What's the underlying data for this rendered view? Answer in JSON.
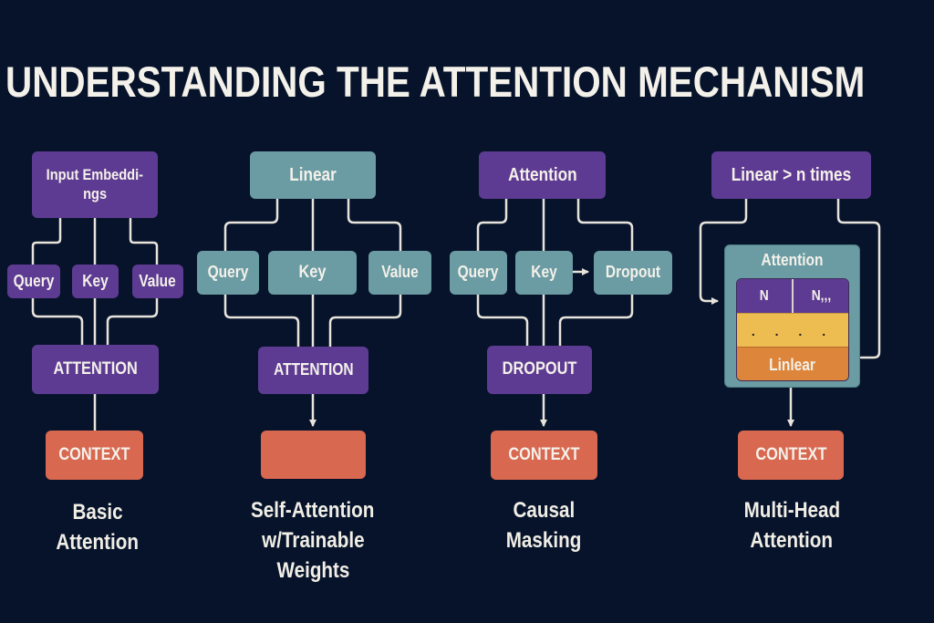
{
  "title": "UNDERSTANDING THE ATTENTION MECHANISM",
  "colors": {
    "background": "#06132a",
    "purple": "#5e3b92",
    "teal": "#6b9ca3",
    "coral": "#d86850",
    "yellow": "#eebd52",
    "orange": "#dd853a",
    "wire": "#e8e4dc",
    "text": "#f4f1ea"
  },
  "panels": [
    {
      "id": "basic-attention",
      "top_box": "Input Embeddi-\nngs",
      "top_line1": "Input Embeddi-",
      "top_line2": "ngs",
      "inputs": [
        "Query",
        "Key",
        "Value"
      ],
      "middle_box": "ATTENTION",
      "output_box": "CONTEXT",
      "caption_lines": [
        "Basic",
        "Attention"
      ]
    },
    {
      "id": "self-attention-trainable",
      "top_box": "Linear",
      "inputs": [
        "Query",
        "Key",
        "Value"
      ],
      "middle_box": "ATTENTION",
      "output_box": "",
      "caption_lines": [
        "Self-Attention",
        "w/Trainable",
        "Weights"
      ]
    },
    {
      "id": "causal-masking",
      "top_box": "Attention",
      "inputs": [
        "Query",
        "Key",
        "Dropout"
      ],
      "middle_box": "DROPOUT",
      "output_box": "CONTEXT",
      "caption_lines": [
        "Causal",
        "Masking"
      ]
    },
    {
      "id": "multi-head-attention",
      "top_box": "Linear > n times",
      "inner_title": "Attention",
      "heads": [
        "N",
        "N,,,"
      ],
      "dots": ". . . .",
      "inner_linear": "Linlear",
      "output_box": "CONTEXT",
      "caption_lines": [
        "Multi-Head",
        "Attention"
      ]
    }
  ]
}
